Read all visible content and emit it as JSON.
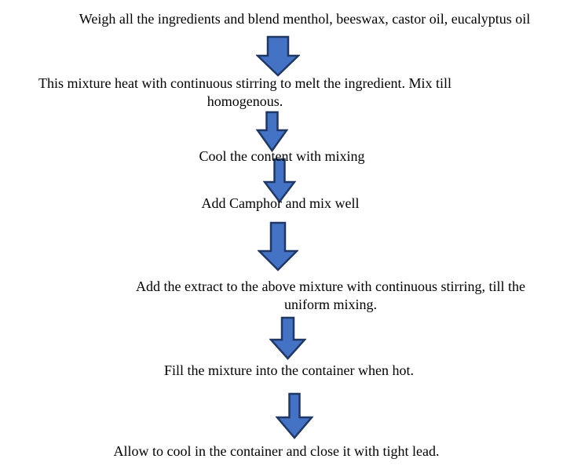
{
  "document": {
    "background_color": "#ffffff",
    "text_color": "#000000"
  },
  "flowchart": {
    "arrow": {
      "glyph": "down-block-arrow",
      "fill_color": "#4472C4",
      "border_color": "#203864",
      "count": 6
    },
    "steps": [
      {
        "text": "Weigh all the ingredients and blend menthol, beeswax, castor oil, eucalyptus oil",
        "lines": [
          "Weigh all the ingredients and blend menthol, beeswax, castor oil, eucalyptus oil"
        ]
      },
      {
        "text": "This mixture heat with continuous stirring to melt the ingredient. Mix till homogenous.",
        "lines": [
          "This mixture heat with continuous stirring to melt the ingredient. Mix till",
          "homogenous."
        ]
      },
      {
        "text": "Cool the content with mixing",
        "lines": [
          "Cool the content with mixing"
        ]
      },
      {
        "text": "Add Camphor and mix well",
        "lines": [
          "Add Camphor and mix well"
        ]
      },
      {
        "text": "Add the extract to the above mixture with continuous stirring, till the uniform mixing.",
        "lines": [
          "Add the extract to the above mixture with continuous stirring, till the",
          "uniform mixing."
        ]
      },
      {
        "text": "Fill the mixture into the container when hot.",
        "lines": [
          "Fill the mixture into the container when hot."
        ]
      },
      {
        "text": "Allow to cool in the container and close it with tight lead.",
        "lines": [
          "Allow to cool in the container and close it with tight lead."
        ]
      }
    ]
  }
}
